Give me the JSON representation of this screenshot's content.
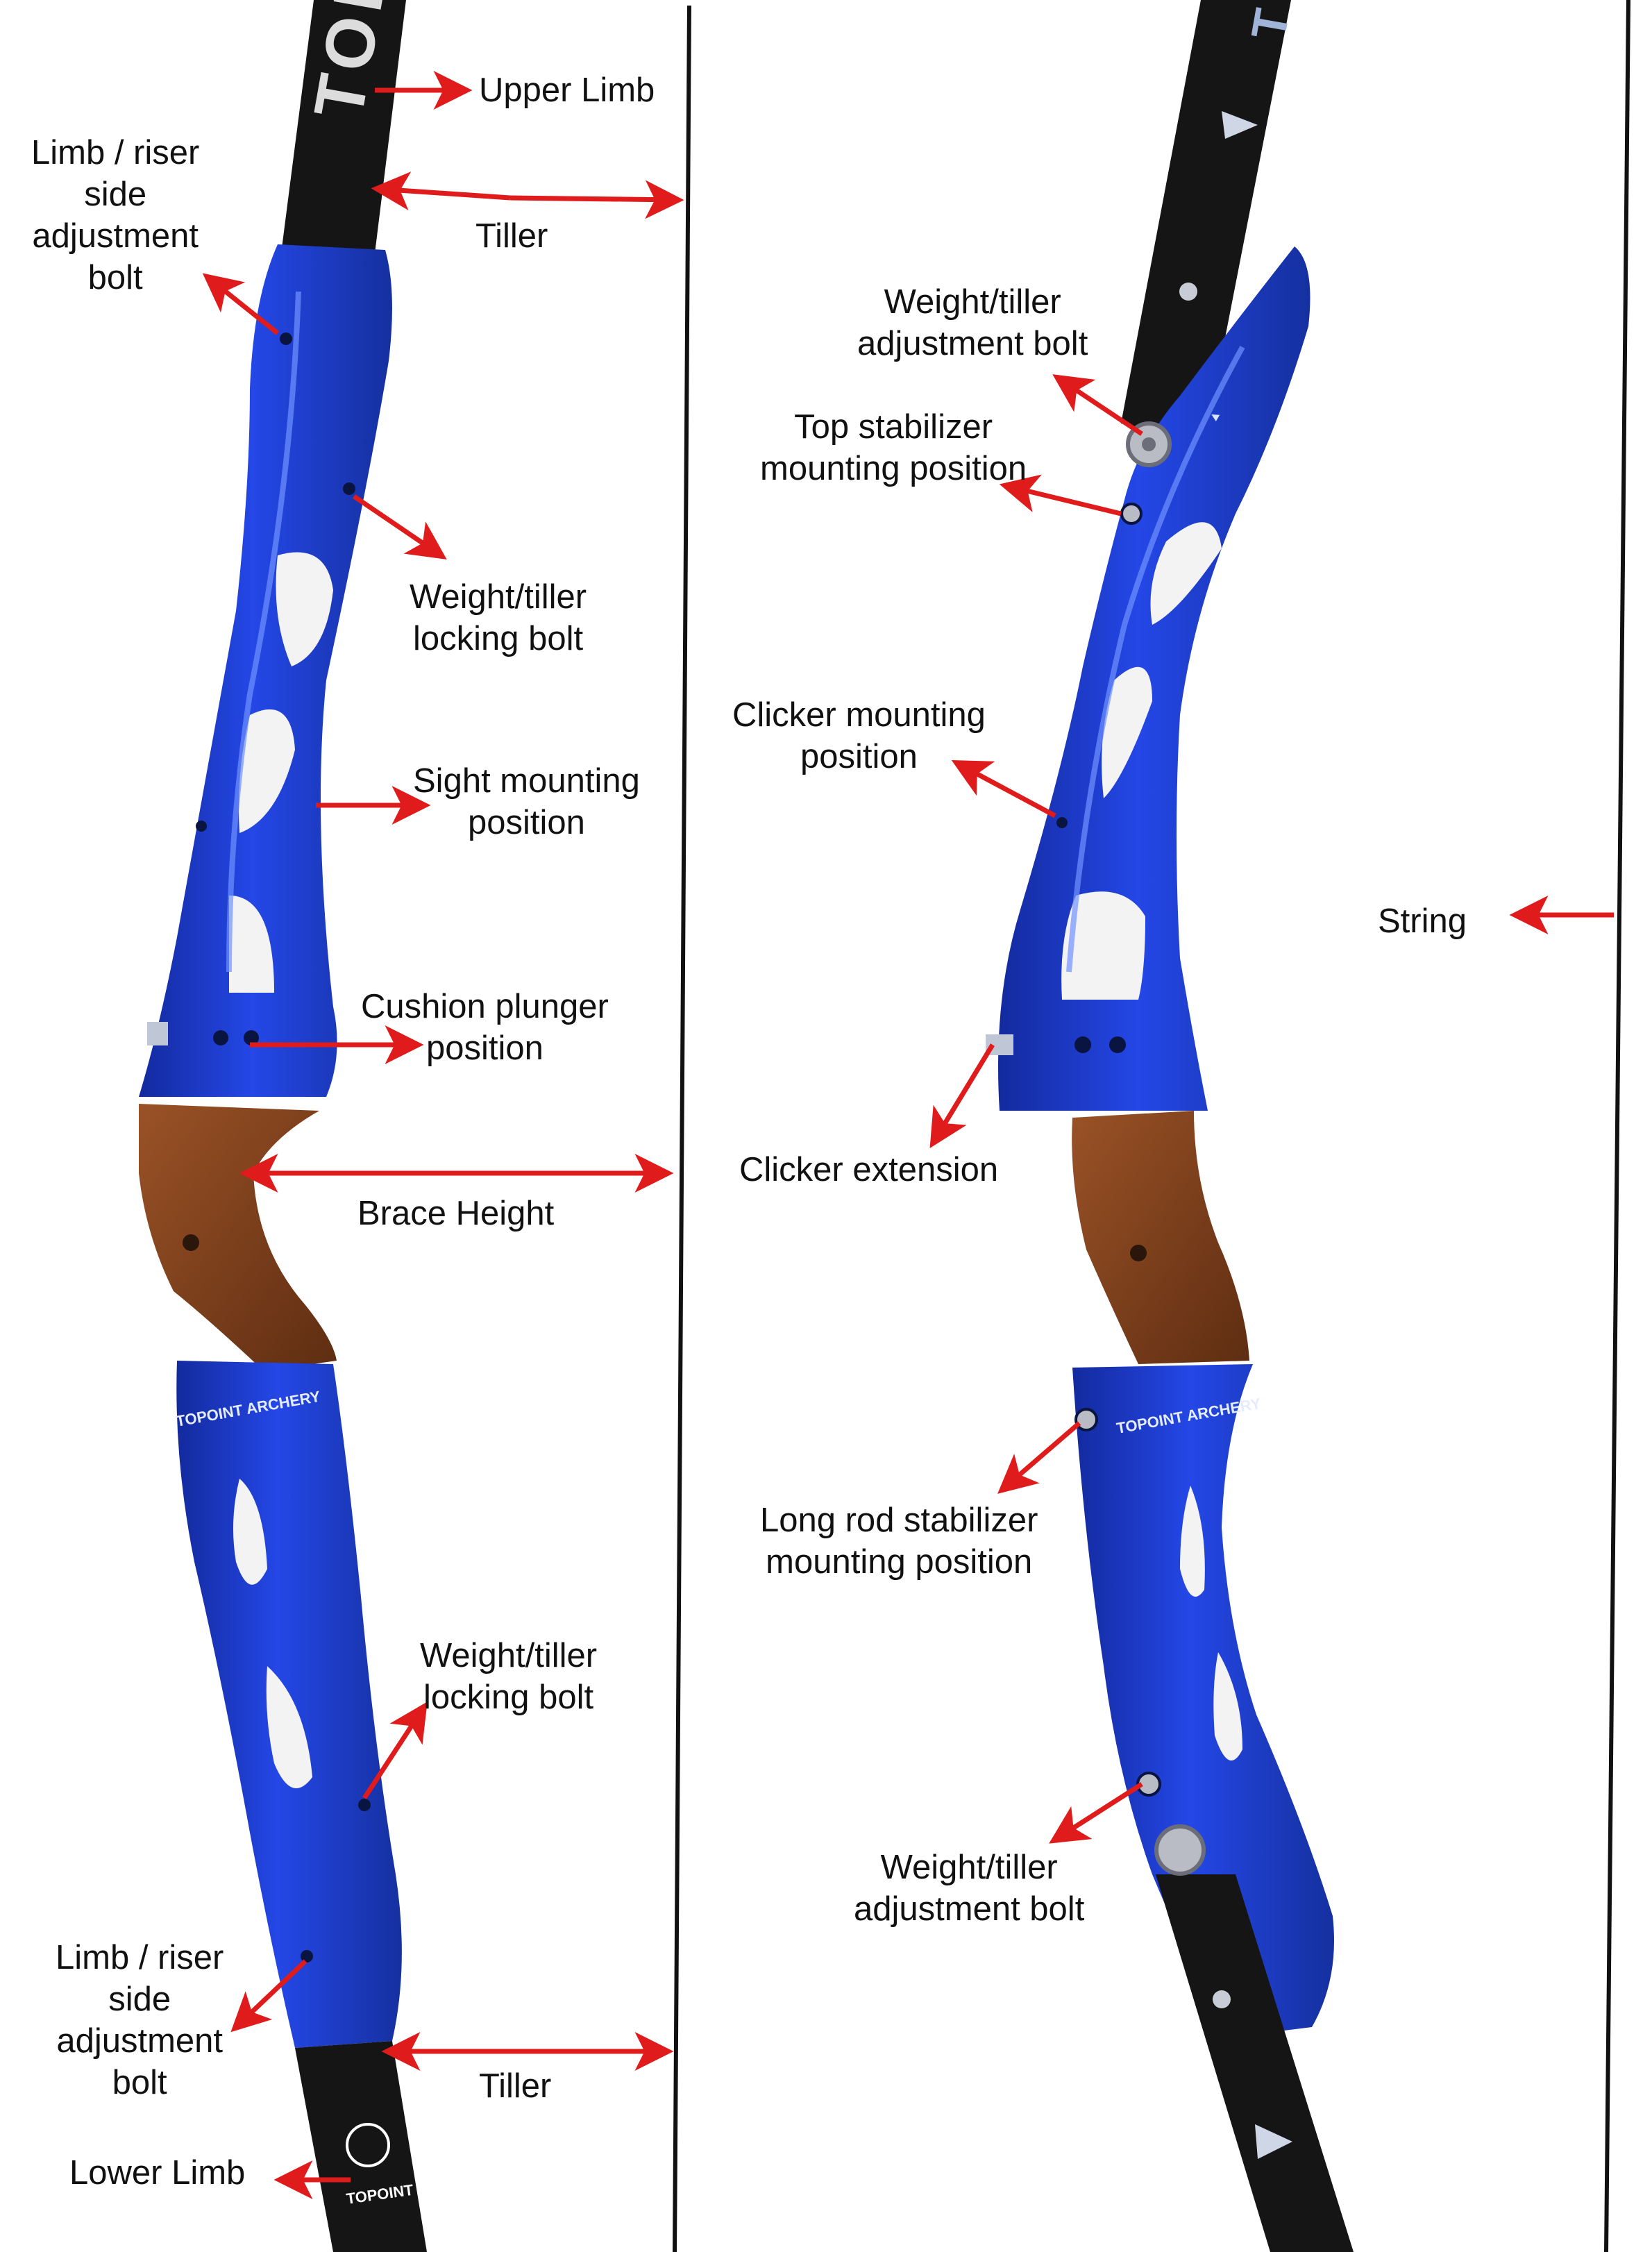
{
  "colors": {
    "riser": "#1f3fd8",
    "riser_dark": "#0f1f8a",
    "riser_light": "#5c80ff",
    "limb": "#151515",
    "grip": "#7a3e1c",
    "grip_light": "#a45a2a",
    "arrow": "#e01b1b",
    "line": "#111111"
  },
  "brand": {
    "limb_top_text": "TOI",
    "limb_top_text_right": "T",
    "riser_text": "TOPOINT ARCHERY",
    "limb_bottom_text": "TOPOINT"
  },
  "left_labels": {
    "upper_limb": "Upper Limb",
    "limb_riser_top": [
      "Limb / riser",
      "side",
      "adjustment",
      "bolt"
    ],
    "tiller_top": "Tiller",
    "weight_locking_top": [
      "Weight/tiller",
      "locking bolt"
    ],
    "sight_mounting": [
      "Sight mounting",
      "position"
    ],
    "cushion_plunger": [
      "Cushion plunger",
      "position"
    ],
    "brace_height": "Brace Height",
    "weight_locking_bottom": [
      "Weight/tiller",
      "locking bolt"
    ],
    "limb_riser_bottom": [
      "Limb / riser",
      "side",
      "adjustment",
      "bolt"
    ],
    "tiller_bottom": "Tiller",
    "lower_limb": "Lower Limb"
  },
  "right_labels": {
    "weight_adjust_top": [
      "Weight/tiller",
      "adjustment bolt"
    ],
    "top_stabilizer": [
      "Top stabilizer",
      "mounting position"
    ],
    "clicker_mounting": [
      "Clicker mounting",
      "position"
    ],
    "string": "String",
    "clicker_extension": "Clicker extension",
    "long_rod": [
      "Long rod stabilizer",
      "mounting position"
    ],
    "weight_adjust_bottom": [
      "Weight/tiller",
      "adjustment bolt"
    ]
  }
}
